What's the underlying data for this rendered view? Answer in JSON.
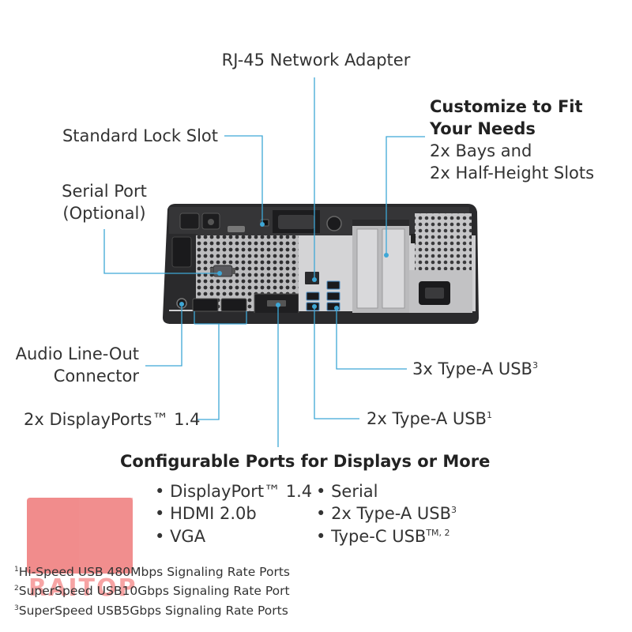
{
  "labels": {
    "rj45": "RJ-45 Network Adapter",
    "lock_slot": "Standard Lock Slot",
    "serial_line1": "Serial Port",
    "serial_line2": "(Optional)",
    "customize_title_1": "Customize to Fit",
    "customize_title_2": "Your Needs",
    "customize_body_1": "2x Bays and",
    "customize_body_2": "2x Half-Height Slots",
    "audio_line1": "Audio Line-Out",
    "audio_line2": "Connector",
    "displayports": "2x DisplayPorts™ 1.4",
    "usb_a3": "3x Type-A USB",
    "usb_a3_sup": "3",
    "usb_a2": "2x Type-A USB",
    "usb_a2_sup": "1"
  },
  "configurable": {
    "title": "Configurable Ports for Displays or More",
    "left": [
      "DisplayPort™ 1.4",
      "HDMI 2.0b",
      "VGA"
    ],
    "right": [
      "Serial",
      "2x Type-A USB",
      "Type-C USB"
    ],
    "right_sup": [
      "",
      "3",
      "TM, 2"
    ]
  },
  "footnotes": [
    {
      "sup": "1",
      "text": "Hi-Speed USB 480Mbps Signaling Rate Ports"
    },
    {
      "sup": "2",
      "text": "SuperSpeed USB10Gbps Signaling Rate Port"
    },
    {
      "sup": "3",
      "text": "SuperSpeed USB5Gbps Signaling Rate Ports"
    }
  ],
  "watermark_text": "RAITOP",
  "colors": {
    "leader": "#3ea7d6",
    "chassis": "#2a2a2c",
    "panel": "#c9c9cb",
    "watermark": "#f07f7f"
  }
}
